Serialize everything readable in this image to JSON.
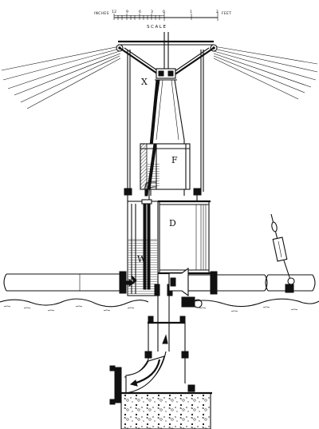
{
  "scale_bar": {
    "left_unit": "INCHES",
    "ticks": [
      "12",
      "9",
      "6",
      "3",
      "0",
      "1",
      "2"
    ],
    "right_unit": "FEET",
    "caption": "SCALE"
  },
  "labels": {
    "x": "X",
    "f": "F",
    "d": "D",
    "w": "W"
  },
  "colors": {
    "ink": "#111111",
    "paper": "#ffffff"
  }
}
